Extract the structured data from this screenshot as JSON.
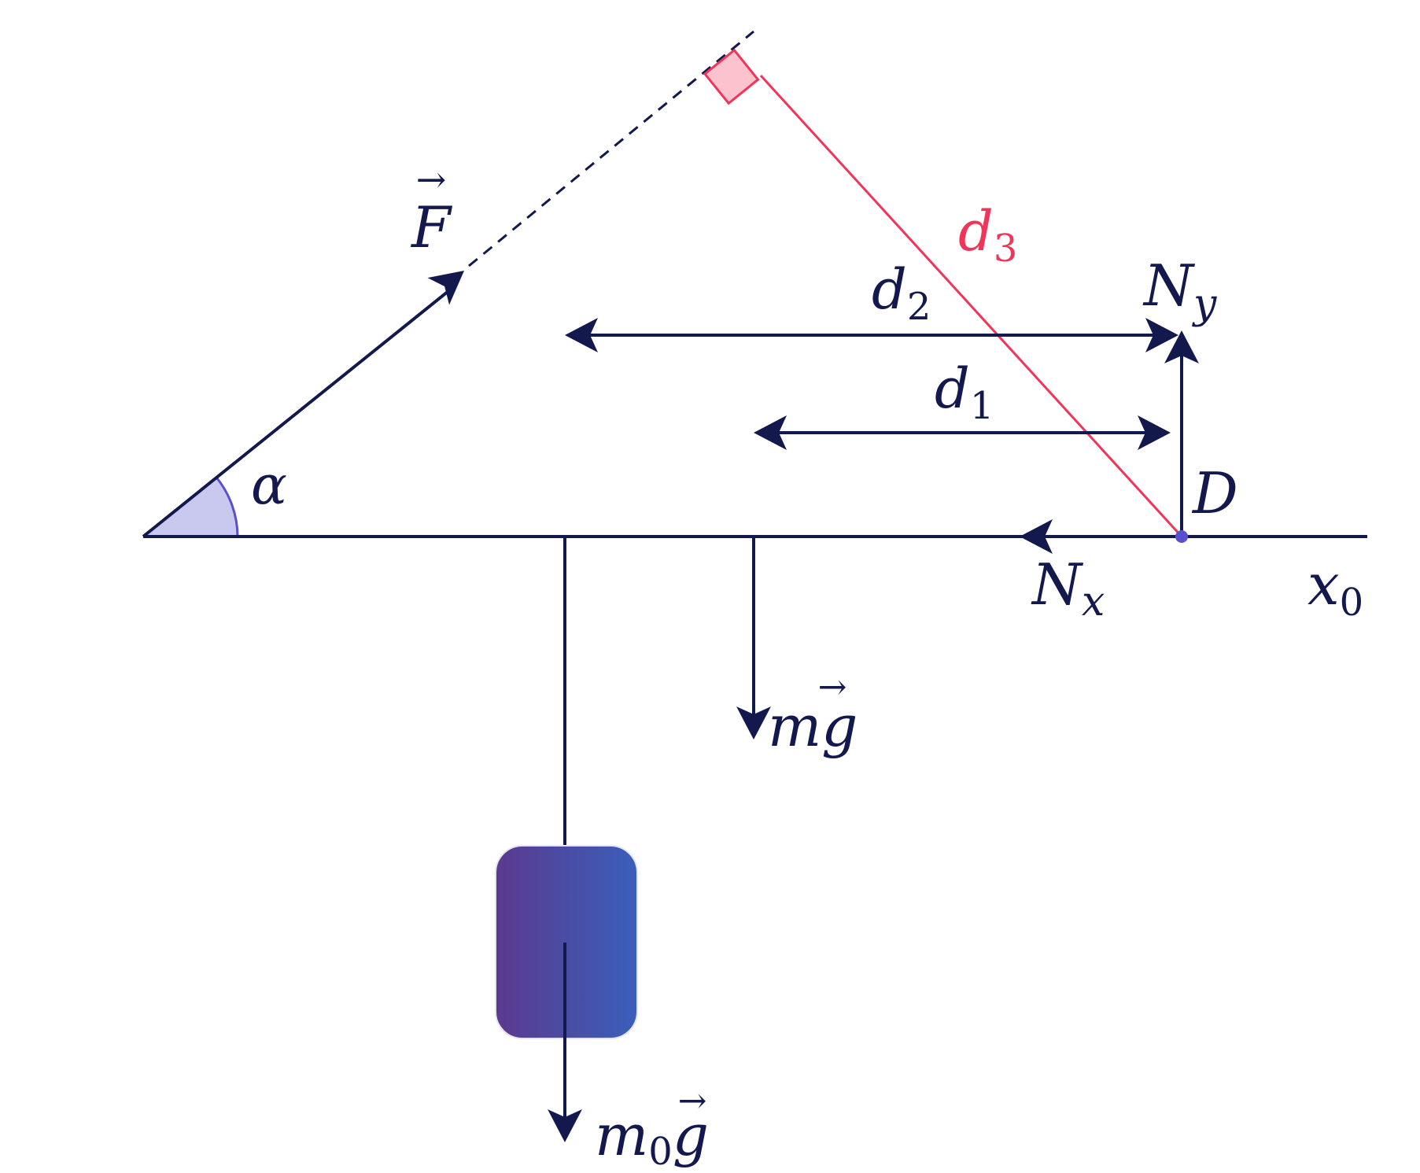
{
  "colors": {
    "ink": "#14194d",
    "accent": "#f0355a",
    "angle_fill": "#c9c8ef",
    "angle_stroke": "#5a50cf",
    "right_angle_fill": "#fcc3cf",
    "block_left": "#5b3a8e",
    "block_right": "#3a5fbb",
    "point": "#5a50cf"
  },
  "labels": {
    "force": "F",
    "angle": "α",
    "d3": "d",
    "d3_sub": "3",
    "d2": "d",
    "d2_sub": "2",
    "d1": "d",
    "d1_sub": "1",
    "ny": "N",
    "ny_sub": "y",
    "nx": "N",
    "nx_sub": "x",
    "point": "D",
    "x0": "x",
    "x0_sub": "0",
    "mg_m": "m",
    "mg_g": "g",
    "m0g_m": "m",
    "m0g_sub": "0",
    "m0g_g": "g",
    "vec_arrow": "→"
  }
}
